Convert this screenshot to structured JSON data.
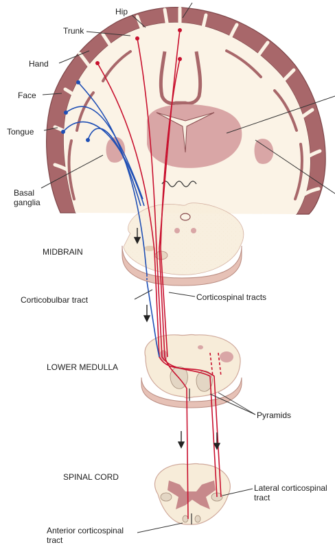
{
  "labels": {
    "hip": "Hip",
    "trunk": "Trunk",
    "hand": "Hand",
    "face": "Face",
    "tongue": "Tongue",
    "basal_ganglia_1": "Basal",
    "basal_ganglia_2": "ganglia",
    "midbrain": "MIDBRAIN",
    "corticobulbar": "Corticobulbar tract",
    "corticospinal": "Corticospinal tracts",
    "lower_medulla": "LOWER MEDULLA",
    "pyramids": "Pyramids",
    "spinal_cord": "SPINAL CORD",
    "lateral_cst_1": "Lateral corticospinal",
    "lateral_cst_2": "tract",
    "anterior_cst_1": "Anterior corticospinal",
    "anterior_cst_2": "tract"
  },
  "colors": {
    "cortex": "#a8676a",
    "cortex_dark": "#8a4d50",
    "white_matter": "#fbf3e6",
    "nucleus": "#d9a6a6",
    "cross_section": "#f7ecd9",
    "cross_section_edge": "#cfa89a",
    "grey_matter": "#c7898b",
    "tract_red": "#c8102e",
    "tract_blue": "#1f4fb5",
    "leader": "#333333"
  }
}
